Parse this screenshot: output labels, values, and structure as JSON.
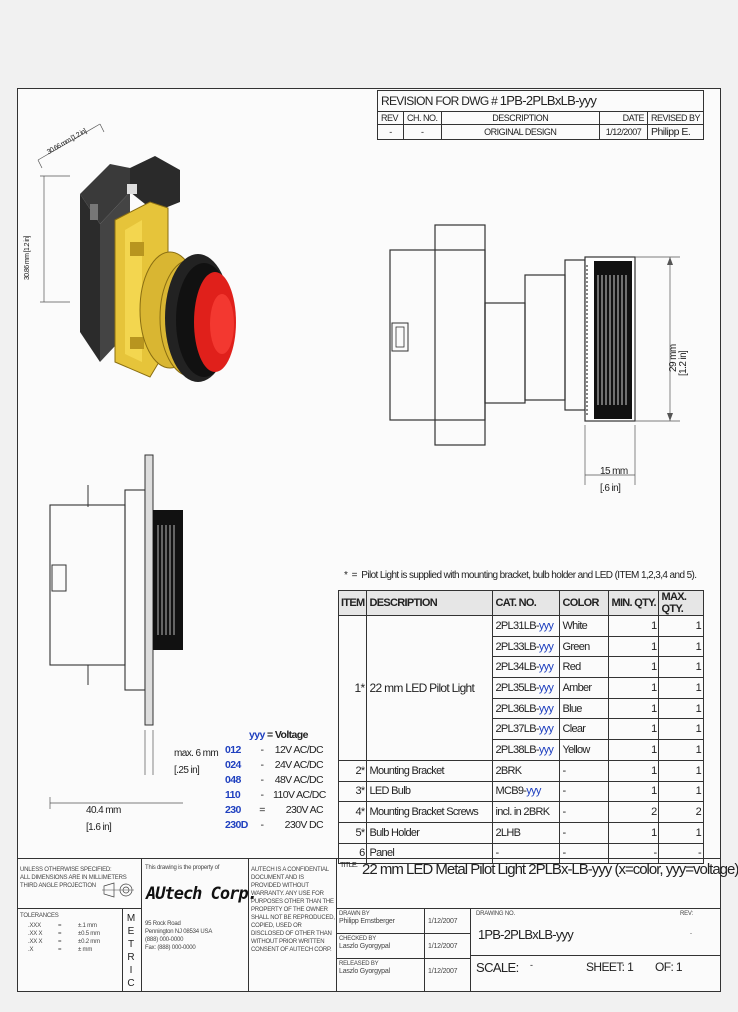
{
  "revision_block": {
    "title_prefix": "REVISION FOR DWG #",
    "dwg_number": "1PB-2PLBxLB-yyy",
    "headers": [
      "REV",
      "CH. NO.",
      "DESCRIPTION",
      "DATE",
      "REVISED BY"
    ],
    "rows": [
      [
        "-",
        "-",
        "ORIGINAL DESIGN",
        "1/12/2007",
        "Philipp E."
      ]
    ]
  },
  "dimensions": {
    "iso_width": "30.66 mm",
    "iso_width_in": "[1.2 in]",
    "iso_height": "30.86 mm",
    "iso_height_in": "[1.2 in]",
    "side_diameter": "29 mm",
    "side_diameter_in": "[1.2 in]",
    "side_depth": "15 mm",
    "side_depth_in": "[.6 in]",
    "max_depth": "max. 6 mm",
    "max_depth_in": "[.25 in]",
    "overall_depth": "40.4 mm",
    "overall_depth_in": "[1.6 in]"
  },
  "bom_note": {
    "marker": "*",
    "sep": "=",
    "text": "Pilot Light is supplied with mounting bracket, bulb holder and LED (ITEM 1,2,3,4 and 5)."
  },
  "bom": {
    "headers": [
      "ITEM",
      "DESCRIPTION",
      "CAT. NO.",
      "COLOR",
      "MIN. QTY.",
      "MAX. QTY."
    ],
    "group_item": "1*",
    "group_description": "22 mm LED Pilot Light",
    "group_rows": [
      {
        "cat_prefix": "2PL31LB-",
        "cat_suffix": "yyy",
        "color": "White",
        "min": "1",
        "max": "1"
      },
      {
        "cat_prefix": "2PL33LB-",
        "cat_suffix": "yyy",
        "color": "Green",
        "min": "1",
        "max": "1"
      },
      {
        "cat_prefix": "2PL34LB-",
        "cat_suffix": "yyy",
        "color": "Red",
        "min": "1",
        "max": "1"
      },
      {
        "cat_prefix": "2PL35LB-",
        "cat_suffix": "yyy",
        "color": "Amber",
        "min": "1",
        "max": "1"
      },
      {
        "cat_prefix": "2PL36LB-",
        "cat_suffix": "yyy",
        "color": "Blue",
        "min": "1",
        "max": "1"
      },
      {
        "cat_prefix": "2PL37LB-",
        "cat_suffix": "yyy",
        "color": "Clear",
        "min": "1",
        "max": "1"
      },
      {
        "cat_prefix": "2PL38LB-",
        "cat_suffix": "yyy",
        "color": "Yellow",
        "min": "1",
        "max": "1"
      }
    ],
    "rows": [
      {
        "item": "2*",
        "description": "Mounting Bracket",
        "cat_prefix": "2BRK",
        "cat_suffix": "",
        "color": "-",
        "min": "1",
        "max": "1"
      },
      {
        "item": "3*",
        "description": "LED Bulb",
        "cat_prefix": "MCB9-",
        "cat_suffix": "yyy",
        "color": "-",
        "min": "1",
        "max": "1"
      },
      {
        "item": "4*",
        "description": "Mounting Bracket Screws",
        "cat_prefix": "incl. in 2BRK",
        "cat_suffix": "",
        "color": "-",
        "min": "2",
        "max": "2"
      },
      {
        "item": "5*",
        "description": "Bulb Holder",
        "cat_prefix": "2LHB",
        "cat_suffix": "",
        "color": "-",
        "min": "1",
        "max": "1"
      },
      {
        "item": "6",
        "description": "Panel",
        "cat_prefix": "-",
        "cat_suffix": "",
        "color": "-",
        "min": "-",
        "max": "-"
      }
    ]
  },
  "voltage_table": {
    "header_var": "yyy",
    "header_text": " = Voltage",
    "rows": [
      {
        "code": "012",
        "sep": "-",
        "value": "12V AC/DC"
      },
      {
        "code": "024",
        "sep": "-",
        "value": "24V AC/DC"
      },
      {
        "code": "048",
        "sep": "-",
        "value": "48V AC/DC"
      },
      {
        "code": "110",
        "sep": "-",
        "value": "110V AC/DC"
      },
      {
        "code": "230",
        "sep": "=",
        "value": "230V AC"
      },
      {
        "code": "230D",
        "sep": "-",
        "value": "230V DC"
      }
    ]
  },
  "title_block": {
    "notes": [
      "UNLESS OTHERWISE SPECIFIED:",
      "ALL DIMENSIONS ARE IN MILLIMETERS",
      "THIRD ANGLE PROJECTION"
    ],
    "copyright": "This drawing is the property of",
    "company": "AUtech Corp.",
    "address": [
      "95 Rock Road",
      "Pennington NJ 08534 USA",
      "(888) 000-0000",
      "Fax: (888) 000-0000"
    ],
    "confidential": "AUTECH IS A CONFIDENTIAL DOCUMENT AND IS PROVIDED WITHOUT WARRANTY. ANY USE FOR PURPOSES OTHER THAN THE PROPERTY OF THE OWNER SHALL NOT BE REPRODUCED, COPIED, USED OR DISCLOSED OF OTHER THAN WITHOUT PRIOR WRITTEN CONSENT OF AUTECH CORP.",
    "metric": [
      "M",
      "E",
      "T",
      "R",
      "I",
      "C"
    ],
    "tolerances_label": "TOLERANCES",
    "tolerances": [
      {
        "fmt": ".XXX",
        "sep": "=",
        "val": "±.1 mm"
      },
      {
        "fmt": ".XX X",
        "sep": "=",
        "val": "±0.5 mm"
      },
      {
        "fmt": ".XX X",
        "sep": "=",
        "val": "±0.2 mm"
      },
      {
        "fmt": ".X",
        "sep": "=",
        "val": "± mm"
      }
    ],
    "title_label": "TITLE:",
    "title": "22 mm LED Metal Pilot Light 2PLBx-LB-yyy (x=color, yyy=voltage)",
    "drawn_by_label": "DRAWN BY",
    "drawn_by": "Philipp Ernstberger",
    "drawn_date": "1/12/2007",
    "checked_by_label": "CHECKED BY",
    "checked_by": "Laszlo Gyorgypal",
    "checked_date": "1/12/2007",
    "released_by_label": "RELEASED BY",
    "released_by": "Laszlo Gyorgypal",
    "released_date": "1/12/2007",
    "drawing_no_label": "DRAWING NO.",
    "drawing_no": "1PB-2PLBxLB-yyy",
    "rev_label": "REV:",
    "rev": "-",
    "scale_label": "SCALE:",
    "scale": "-",
    "sheet_label": "SHEET: 1",
    "of_label": "OF: 1"
  },
  "colors": {
    "lens_red": "#e0201b",
    "bracket_yellow": "#e6c43a",
    "body_black": "#1a1a1a",
    "yyy_blue": "#1e3fbf"
  }
}
